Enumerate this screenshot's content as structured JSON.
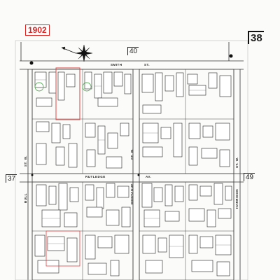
{
  "sheet": {
    "year_stamp": "1902",
    "sheet_number": "38",
    "adjoining_sheet_top": "40",
    "adjoining_sheet_left": "37",
    "adjoining_sheet_right": "49"
  },
  "streets": {
    "top_name": "SMITH",
    "top_suffix": "ST.",
    "middle_name": "RUTLEDGE",
    "middle_suffix": "AV.",
    "left_upper": "ST. W.",
    "left_lower": "BULL",
    "center_upper": "ST. W.",
    "center_lower": "MONTAGUE",
    "right_upper": "ST. W.",
    "right_lower": "HARRISON"
  },
  "colors": {
    "ink": "#222222",
    "stamp": "#dd2222",
    "highlight": "#e04444",
    "tank": "#55aa55"
  }
}
